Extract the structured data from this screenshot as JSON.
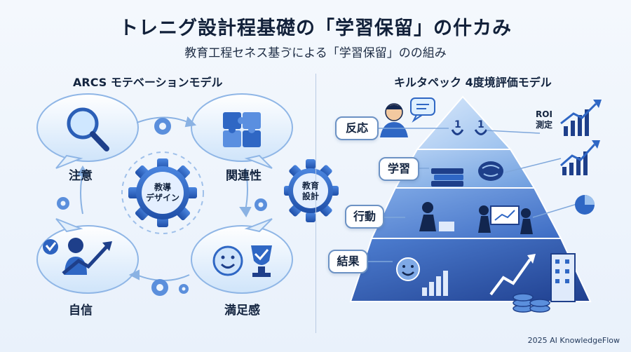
{
  "header": {
    "title": "トレニグ設計程基礎の「学習保留」の什カみ",
    "subtitle": "教育工程セネス基ゔによる「学習保留」のの組み"
  },
  "left_section": {
    "heading": "ARCS モテベーションモデル",
    "center_gear": [
      "教導",
      "デザイン"
    ],
    "labels": {
      "attention": "注意",
      "relevance": "関連性",
      "confidence": "自信",
      "satisfaction": "満足感"
    }
  },
  "middle_gear": [
    "教育",
    "設計"
  ],
  "right_section": {
    "heading": "キルタペック 4度境評価モデル",
    "levels": [
      "反応",
      "学習",
      "行動",
      "結果"
    ],
    "pyramid_numbers": [
      "1",
      "1"
    ],
    "roi_label": [
      "ROI",
      "測定"
    ]
  },
  "footer": {
    "credit": "2025 AI KnowledgeFlow"
  },
  "colors": {
    "accent": "#2f6fd6",
    "dark_blue": "#1f3f8f",
    "bubble": "#d9ebfb"
  }
}
